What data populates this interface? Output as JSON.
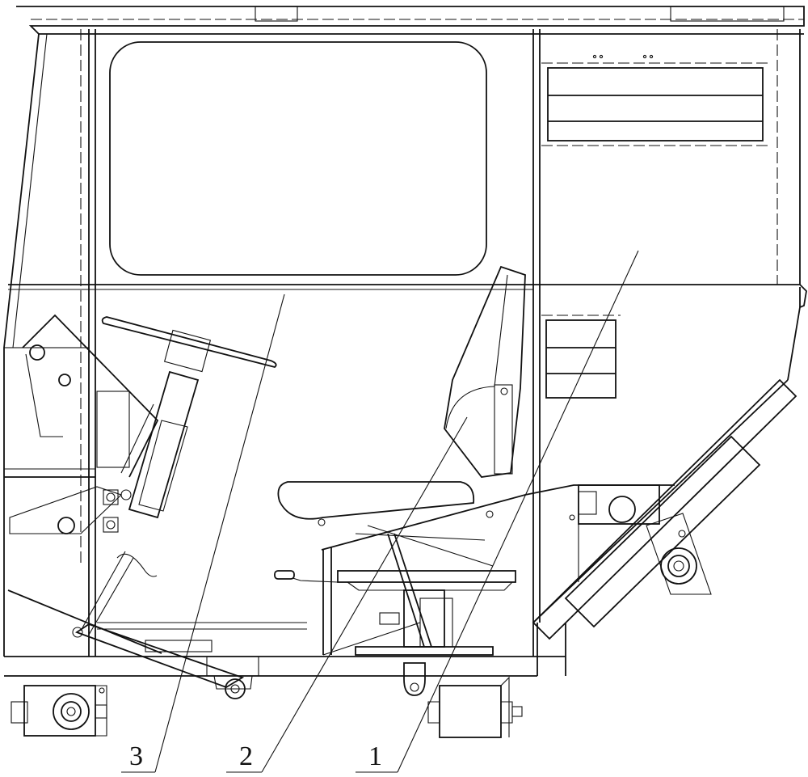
{
  "figure": {
    "labels": [
      {
        "id": "label-1",
        "text": "1"
      },
      {
        "id": "label-2",
        "text": "2"
      },
      {
        "id": "label-3",
        "text": "3"
      }
    ]
  }
}
